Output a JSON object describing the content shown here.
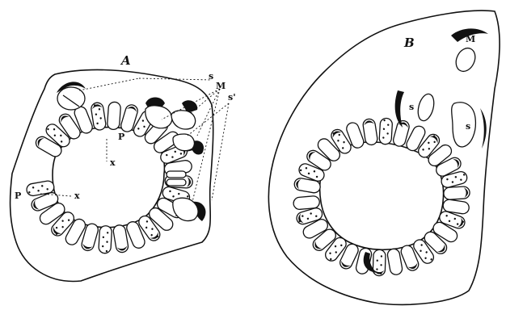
{
  "figure": {
    "panels": [
      {
        "label": "A",
        "annotations": [
          "s",
          "s'",
          "M",
          "P",
          "P",
          "x",
          "x"
        ]
      },
      {
        "label": "B",
        "annotations": [
          "M",
          "s",
          "s"
        ]
      }
    ]
  }
}
